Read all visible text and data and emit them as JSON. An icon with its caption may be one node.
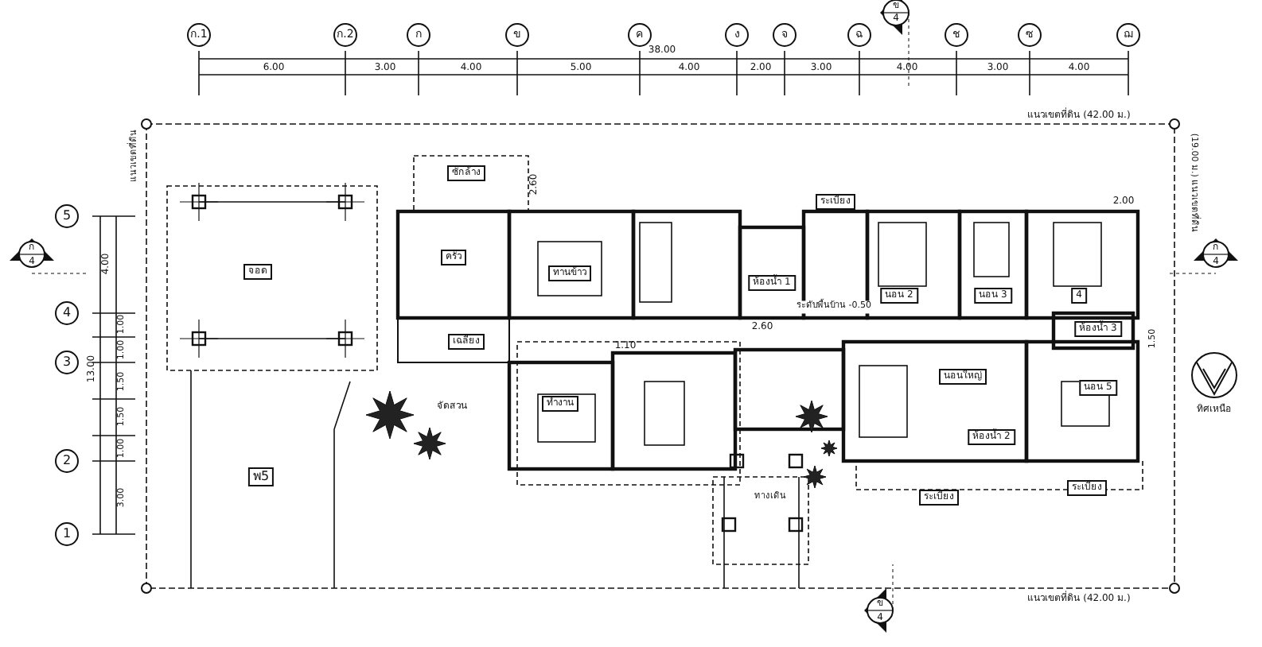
{
  "diagram": {
    "labels": [
      "ข",
      "4",
      "ก.1",
      "ก.2",
      "ก",
      "ข",
      "ค",
      "ง",
      "จ",
      "ฉ",
      "ช",
      "ซ",
      "ฌ",
      "38.00",
      "6.00",
      "3.00",
      "4.00",
      "5.00",
      "4.00",
      "2.00",
      "3.00",
      "4.00",
      "3.00",
      "4.00",
      "แนวเขตที่ดิน (42.00 ม.)",
      "แนวเขตที่ดิน",
      "(19.00 ม.) แนวเขตที่ดิน",
      "ซักล้าง",
      "2.60",
      "2.00",
      "5",
      "ก",
      "4",
      "ครัว",
      "จอด",
      "ทานข้าว",
      "ห้องน้ำ 1",
      "ระเบียง",
      "นอน 2",
      "นอน 3",
      "4",
      "ก",
      "4",
      "ระดับพื้นบ้าน -0.50",
      "2.60",
      "ห้องน้ำ 3",
      "1.50",
      "4",
      "3",
      "4.00",
      "1.00",
      "1.00",
      "1.50",
      "13.00",
      "เฉลียง",
      "1.10",
      "นอนใหญ่",
      "นอน 5",
      "1.50",
      "1.00",
      "จัดสวน",
      "ทำงาน",
      "ทิศเหนือ",
      "2",
      "พ5",
      "ห้องน้ำ 2",
      "ทางเดิน",
      "3.00",
      "ระเบียง",
      "ระเบียง",
      "1",
      "แนวเขตที่ดิน (42.00 ม.)",
      "ข",
      "4"
    ]
  }
}
